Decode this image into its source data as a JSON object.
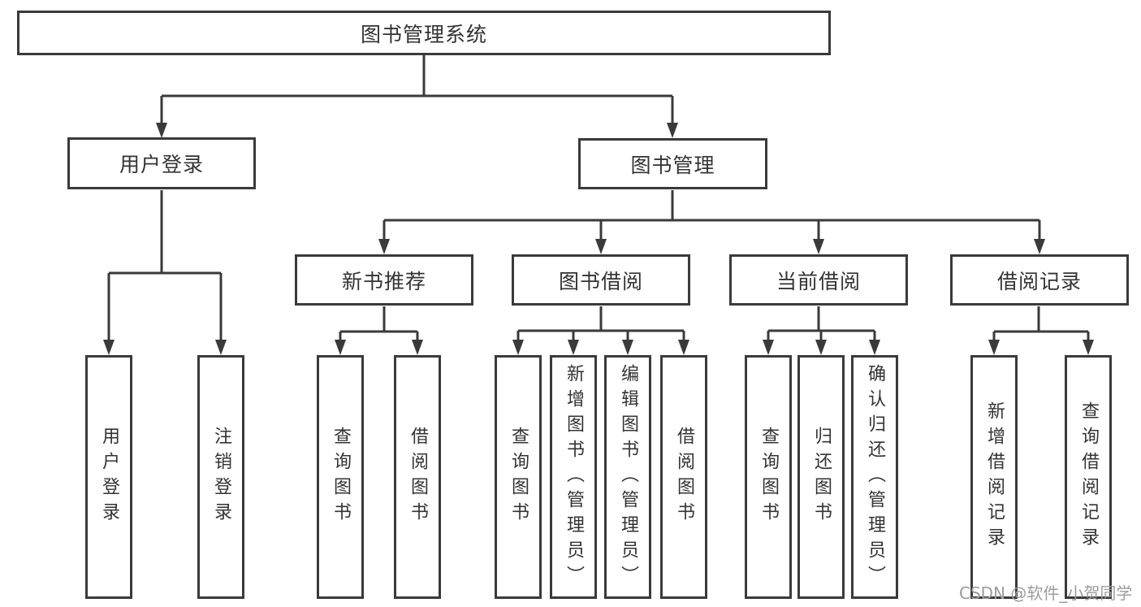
{
  "title": {
    "label": "图书管理系统"
  },
  "branches": [
    {
      "label": "用户登录",
      "leaves": [
        "用户登录",
        "注销登录"
      ]
    },
    {
      "label": "图书管理",
      "groups": [
        {
          "label": "新书推荐",
          "leaves": [
            "查询图书",
            "借阅图书"
          ]
        },
        {
          "label": "图书借阅",
          "leaves": [
            "查询图书",
            "新增图书（管理员）",
            "编辑图书（管理员）",
            "借阅图书"
          ]
        },
        {
          "label": "当前借阅",
          "leaves": [
            "查询图书",
            "归还图书",
            "确认归还（管理员）"
          ]
        },
        {
          "label": "借阅记录",
          "leaves": [
            "新增借阅记录",
            "查询借阅记录"
          ]
        }
      ]
    }
  ],
  "watermark": "CSDN @软件_小贺同学",
  "colors": {
    "line": "#3a3a3a",
    "text": "#333333",
    "watermark": "#9c9c9c",
    "background": "#ffffff"
  }
}
